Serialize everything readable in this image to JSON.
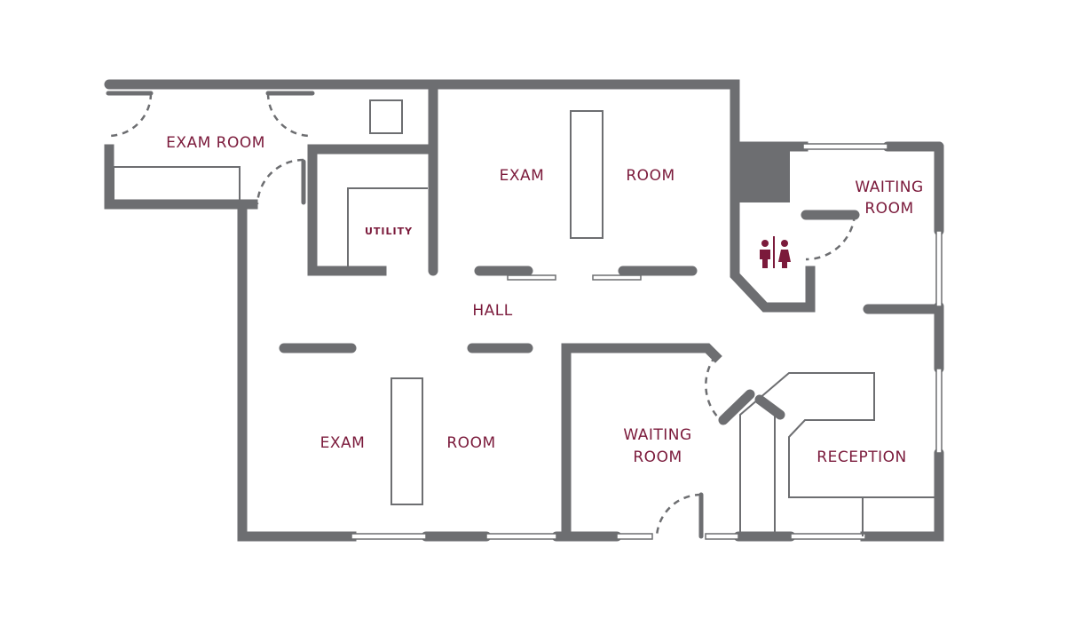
{
  "labels": {
    "exam_room_top_left": "EXAM ROOM",
    "exam_room_top_center_1": "EXAM",
    "exam_room_top_center_2": "ROOM",
    "utility": "UTILITY",
    "hall": "HALL",
    "exam_room_bottom_1": "EXAM",
    "exam_room_bottom_2": "ROOM",
    "waiting_room_center_1": "WAITING",
    "waiting_room_center_2": "ROOM",
    "waiting_room_right_1": "WAITING",
    "waiting_room_right_2": "ROOM",
    "reception": "RECEPTION"
  },
  "icons": {
    "restroom": "restroom-icon"
  },
  "colors": {
    "wall": "#6d6e71",
    "label": "#7b1a3b"
  }
}
